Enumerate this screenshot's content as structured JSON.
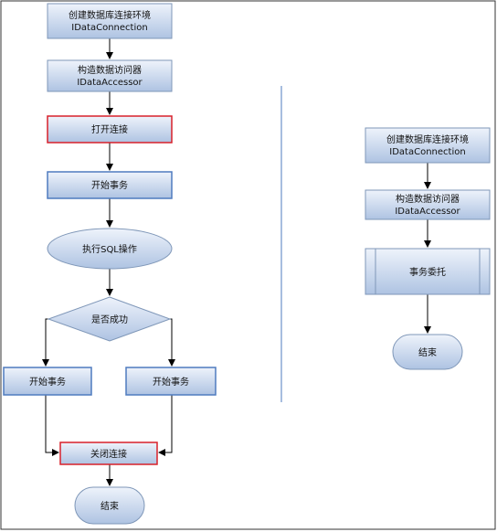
{
  "left_flow": {
    "create_env": {
      "line1": "创建数据库连接环境",
      "line2": "IDataConnection"
    },
    "build_accessor": {
      "line1": "构造数据访问器",
      "line2": "IDataAccessor"
    },
    "open_conn": "打开连接",
    "begin_tx": "开始事务",
    "exec_sql": "执行SQL操作",
    "is_success": "是否成功",
    "left_branch": "开始事务",
    "right_branch": "开始事务",
    "close_conn": "关闭连接",
    "end": "结束"
  },
  "right_flow": {
    "create_env": {
      "line1": "创建数据库连接环境",
      "line2": "IDataConnection"
    },
    "build_accessor": {
      "line1": "构造数据访问器",
      "line2": "IDataAccessor"
    },
    "tx_delegate": "事务委托",
    "end": "结束"
  },
  "colors": {
    "box_fill_top": "#eef3fb",
    "box_fill_bottom": "#aec3e2",
    "box_stroke_blue": "#4f7bbf",
    "box_stroke_red": "#d8202a",
    "box_stroke_gray": "#7f97b8",
    "arrow": "#000000",
    "divider": "#4f7bbf"
  }
}
